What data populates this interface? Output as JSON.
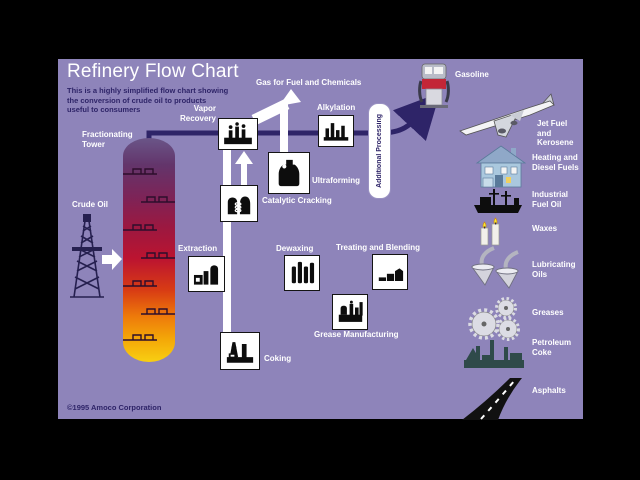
{
  "colors": {
    "background": "#000000",
    "canvas": "#8e84ba",
    "ink": "#2e2468",
    "box_fill": "#ffffff",
    "icon_black": "#0d0d0d",
    "pump_red": "#c32637",
    "house_blue": "#aac8de",
    "coke_teal": "#2f4a4a",
    "flame_yellow": "#f5e93a",
    "tower_top": "#6a5588",
    "tower_bottom": "#f8cf12"
  },
  "header": {
    "title": "Refinery Flow Chart",
    "subtitle_line1": "This is a highly simplified flow chart showing",
    "subtitle_line2": "the conversion of crude oil to products",
    "subtitle_line3": "useful to consumers"
  },
  "footer": {
    "copyright": "©1995 Amoco Corporation"
  },
  "source": {
    "crude_oil": "Crude Oil",
    "tower": "Fractionating Tower"
  },
  "processes": {
    "vapor_recovery": "Vapor Recovery",
    "gas_output": "Gas for Fuel and Chemicals",
    "alkylation": "Alkylation",
    "ultraforming": "Ultraforming",
    "catalytic_cracking": "Catalytic Cracking",
    "extraction": "Extraction",
    "dewaxing": "Dewaxing",
    "treating_blending": "Treating and Blending",
    "grease_manufacturing": "Grease Manufacturing",
    "coking": "Coking",
    "additional_processing": "Additional Processing"
  },
  "products": {
    "gasoline": "Gasoline",
    "jet_fuel": "Jet Fuel and Kerosene",
    "heating": "Heating and Diesel Fuels",
    "industrial": "Industrial Fuel Oil",
    "waxes": "Waxes",
    "lubricating": "Lubricating Oils",
    "greases": "Greases",
    "petroleum_coke": "Petroleum Coke",
    "asphalts": "Asphalts"
  }
}
